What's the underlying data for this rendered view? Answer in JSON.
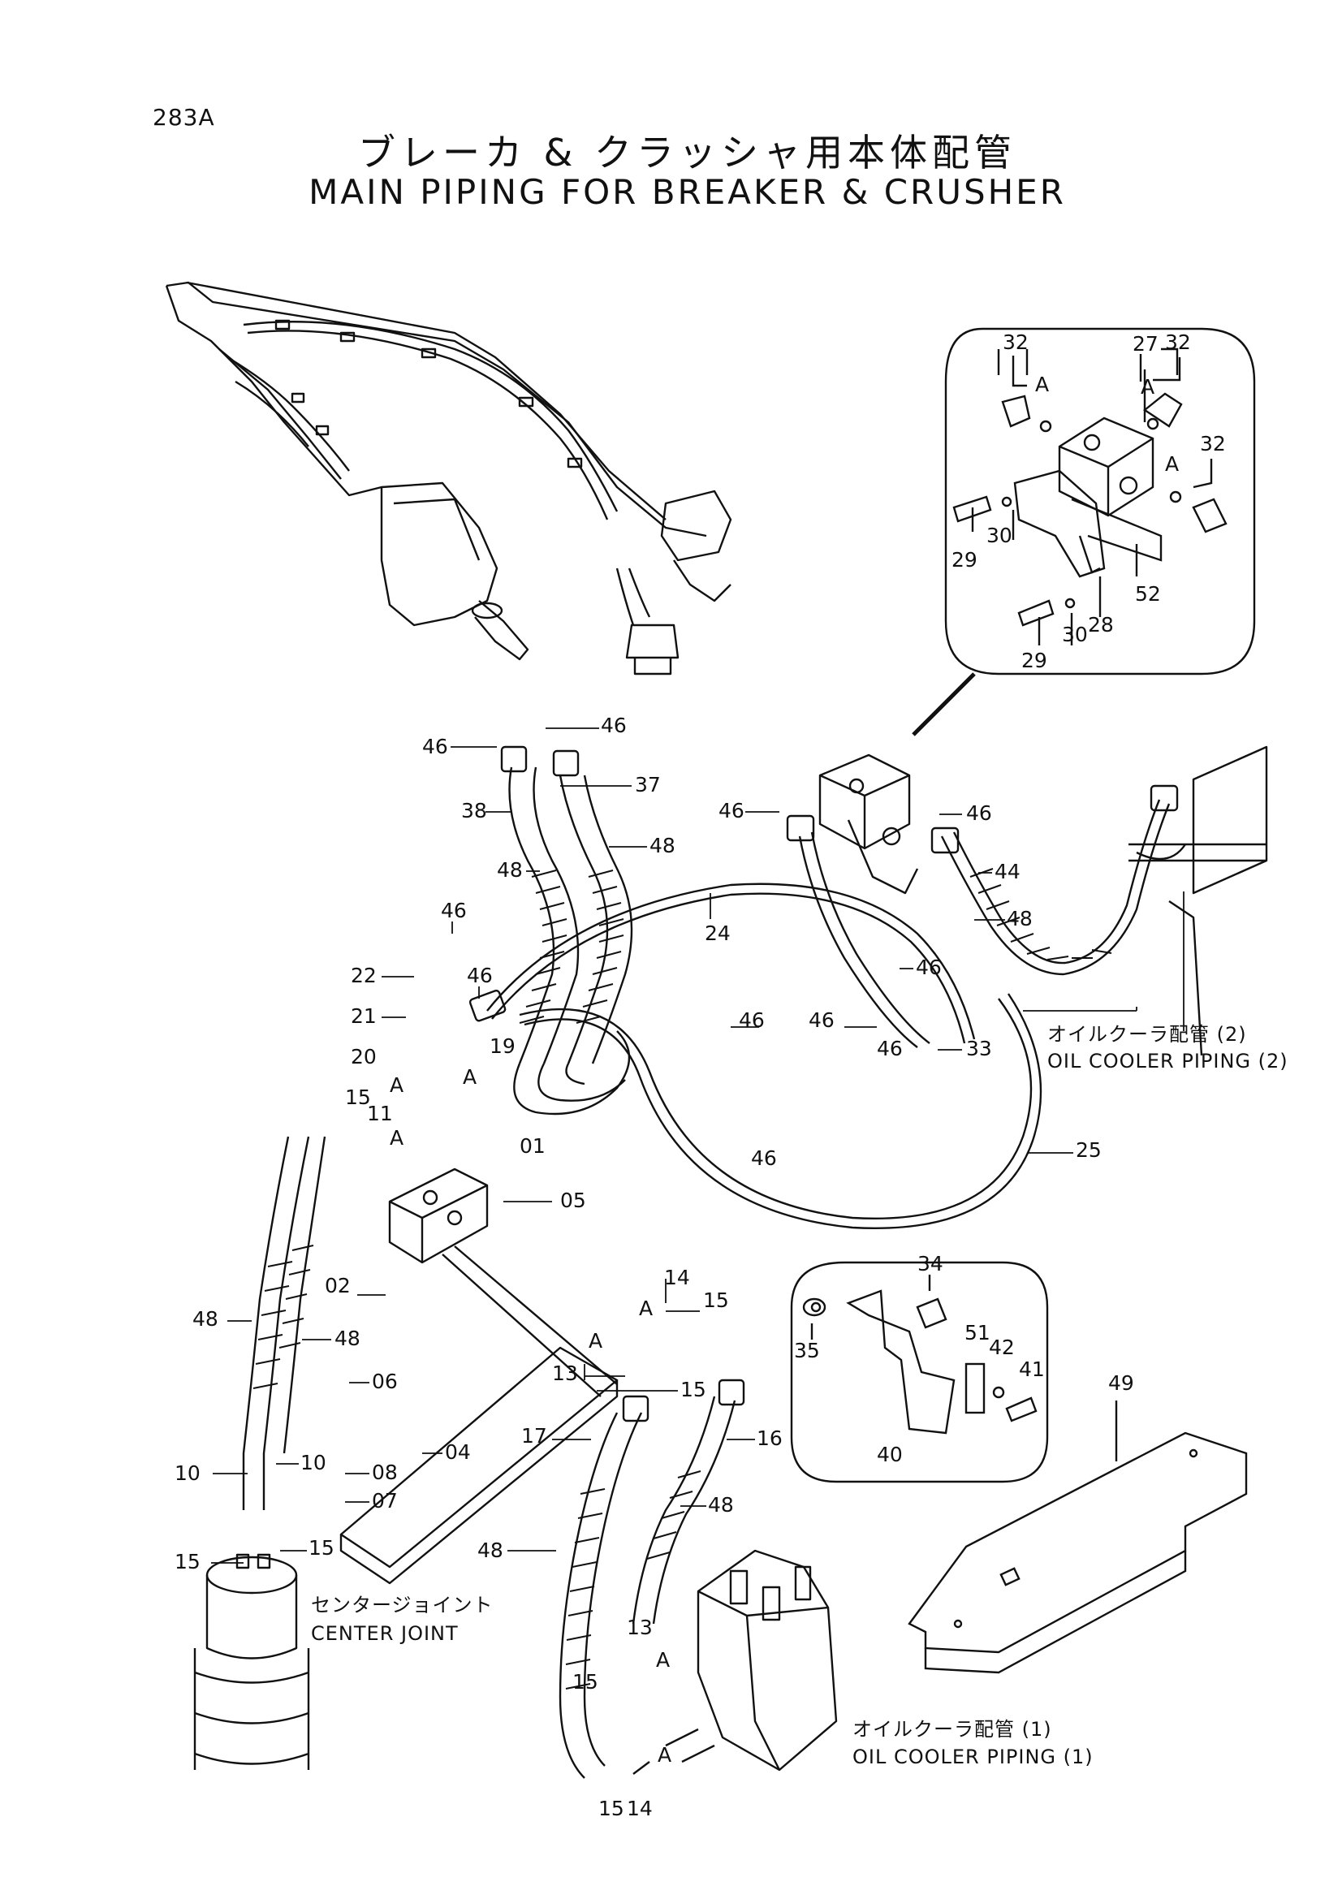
{
  "header": {
    "page_number": "283A",
    "title_jp": "ブレーカ & クラッシャ用本体配管",
    "title_en": "MAIN PIPING FOR BREAKER & CRUSHER"
  },
  "section_labels": {
    "oil_cooler_2_jp": "オイルクーラ配管 (2)",
    "oil_cooler_2_en": "OIL COOLER PIPING (2)",
    "center_joint_jp": "センタージョイント",
    "center_joint_en": "CENTER JOINT",
    "oil_cooler_1_jp": "オイルクーラ配管 (1)",
    "oil_cooler_1_en": "OIL COOLER PIPING (1)"
  },
  "part_numbers": [
    "32",
    "27",
    "32",
    "A",
    "A",
    "A",
    "32",
    "29",
    "30",
    "52",
    "30",
    "28",
    "29",
    "46",
    "46",
    "37",
    "38",
    "48",
    "48",
    "46",
    "46",
    "44",
    "48",
    "46",
    "24",
    "46",
    "22",
    "21",
    "46",
    "20",
    "19",
    "A",
    "A",
    "46",
    "46",
    "46",
    "33",
    "46",
    "15",
    "11",
    "A",
    "01",
    "05",
    "02",
    "48",
    "48",
    "06",
    "04",
    "14",
    "A",
    "15",
    "13",
    "A",
    "15",
    "17",
    "16",
    "10",
    "10",
    "08",
    "07",
    "15",
    "15",
    "48",
    "48",
    "13",
    "15",
    "A",
    "A",
    "15",
    "14",
    "35",
    "34",
    "51",
    "42",
    "41",
    "40",
    "49",
    "25"
  ]
}
